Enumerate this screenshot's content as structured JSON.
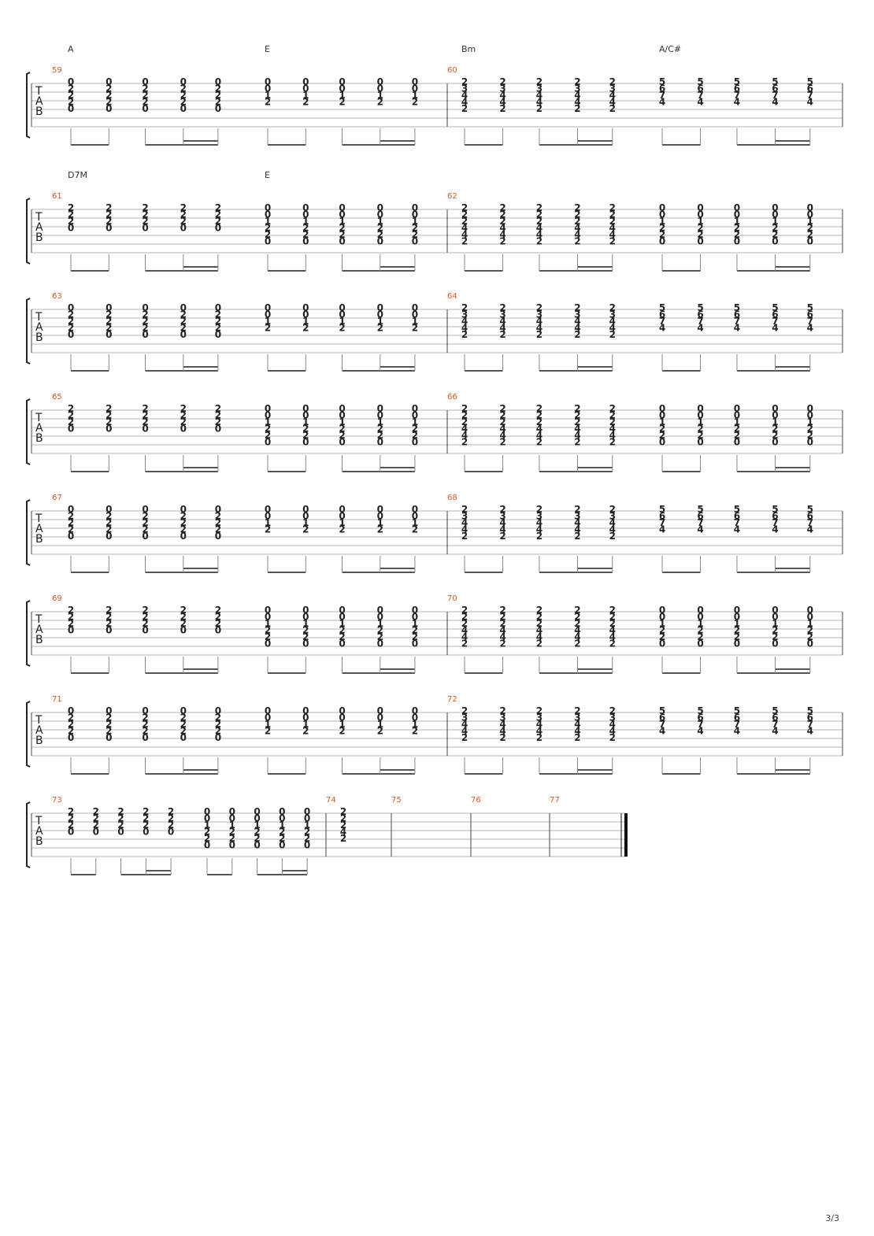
{
  "page_number": "3/3",
  "tab_label": [
    "T",
    "A",
    "B"
  ],
  "systems": [
    {
      "measures": [
        {
          "number": "59",
          "chords": [
            {
              "name": "A",
              "notes": [
                "0",
                "2",
                "2",
                "2",
                "0"
              ],
              "count": 5
            },
            {
              "name": "E",
              "notes": [
                "0",
                "0",
                "1",
                "2"
              ],
              "count": 5
            }
          ]
        },
        {
          "number": "60",
          "chords": [
            {
              "name": "Bm",
              "notes": [
                "2",
                "3",
                "4",
                "4",
                "2"
              ],
              "count": 5
            },
            {
              "name": "A/C#",
              "notes": [
                "5",
                "6",
                "7",
                "4"
              ],
              "count": 5
            }
          ]
        }
      ]
    },
    {
      "measures": [
        {
          "number": "61",
          "chords": [
            {
              "name": "D7M",
              "notes": [
                "2",
                "2",
                "2",
                "0"
              ],
              "count": 5
            },
            {
              "name": "E",
              "notes": [
                "0",
                "0",
                "1",
                "2",
                "2",
                "0"
              ],
              "count": 5
            }
          ]
        },
        {
          "number": "62",
          "chords": [
            {
              "name": "",
              "notes": [
                "2",
                "2",
                "2",
                "4",
                "4",
                "2"
              ],
              "count": 5
            },
            {
              "name": "",
              "notes": [
                "0",
                "0",
                "1",
                "2",
                "2",
                "0"
              ],
              "count": 5
            }
          ]
        }
      ]
    },
    {
      "measures": [
        {
          "number": "63",
          "chords": [
            {
              "name": "",
              "notes": [
                "0",
                "2",
                "2",
                "2",
                "0"
              ],
              "count": 5
            },
            {
              "name": "",
              "notes": [
                "0",
                "0",
                "1",
                "2"
              ],
              "count": 5
            }
          ]
        },
        {
          "number": "64",
          "chords": [
            {
              "name": "",
              "notes": [
                "2",
                "3",
                "4",
                "4",
                "2"
              ],
              "count": 5
            },
            {
              "name": "",
              "notes": [
                "5",
                "6",
                "7",
                "4"
              ],
              "count": 5
            }
          ]
        }
      ]
    },
    {
      "measures": [
        {
          "number": "65",
          "chords": [
            {
              "name": "",
              "notes": [
                "2",
                "2",
                "2",
                "0"
              ],
              "count": 5
            },
            {
              "name": "",
              "notes": [
                "0",
                "0",
                "1",
                "2",
                "2",
                "0"
              ],
              "count": 5
            }
          ]
        },
        {
          "number": "66",
          "chords": [
            {
              "name": "",
              "notes": [
                "2",
                "2",
                "2",
                "4",
                "4",
                "2"
              ],
              "count": 5
            },
            {
              "name": "",
              "notes": [
                "0",
                "0",
                "1",
                "2",
                "2",
                "0"
              ],
              "count": 5
            }
          ]
        }
      ]
    },
    {
      "measures": [
        {
          "number": "67",
          "chords": [
            {
              "name": "",
              "notes": [
                "0",
                "2",
                "2",
                "2",
                "0"
              ],
              "count": 5
            },
            {
              "name": "",
              "notes": [
                "0",
                "0",
                "1",
                "2"
              ],
              "count": 5
            }
          ]
        },
        {
          "number": "68",
          "chords": [
            {
              "name": "",
              "notes": [
                "2",
                "3",
                "4",
                "4",
                "2"
              ],
              "count": 5
            },
            {
              "name": "",
              "notes": [
                "5",
                "6",
                "7",
                "4"
              ],
              "count": 5
            }
          ]
        }
      ]
    },
    {
      "measures": [
        {
          "number": "69",
          "chords": [
            {
              "name": "",
              "notes": [
                "2",
                "2",
                "2",
                "0"
              ],
              "count": 5
            },
            {
              "name": "",
              "notes": [
                "0",
                "0",
                "1",
                "2",
                "2",
                "0"
              ],
              "count": 5
            }
          ]
        },
        {
          "number": "70",
          "chords": [
            {
              "name": "",
              "notes": [
                "2",
                "2",
                "2",
                "4",
                "4",
                "2"
              ],
              "count": 5
            },
            {
              "name": "",
              "notes": [
                "0",
                "0",
                "1",
                "2",
                "2",
                "0"
              ],
              "count": 5
            }
          ]
        }
      ]
    },
    {
      "measures": [
        {
          "number": "71",
          "chords": [
            {
              "name": "",
              "notes": [
                "0",
                "2",
                "2",
                "2",
                "0"
              ],
              "count": 5
            },
            {
              "name": "",
              "notes": [
                "0",
                "0",
                "1",
                "2"
              ],
              "count": 5
            }
          ]
        },
        {
          "number": "72",
          "chords": [
            {
              "name": "",
              "notes": [
                "2",
                "3",
                "4",
                "4",
                "2"
              ],
              "count": 5
            },
            {
              "name": "",
              "notes": [
                "5",
                "6",
                "7",
                "4"
              ],
              "count": 5
            }
          ]
        }
      ]
    },
    {
      "measures": [
        {
          "number": "73",
          "chords": [
            {
              "name": "",
              "notes": [
                "2",
                "2",
                "2",
                "0"
              ],
              "count": 5
            },
            {
              "name": "",
              "notes": [
                "0",
                "0",
                "1",
                "2",
                "2",
                "0"
              ],
              "count": 5
            }
          ]
        },
        {
          "number": "74",
          "chords": [
            {
              "name": "",
              "notes": [
                "2",
                "2",
                "2",
                "4",
                "2"
              ],
              "count": 1
            }
          ]
        },
        {
          "number": "75",
          "chords": []
        },
        {
          "number": "76",
          "chords": []
        },
        {
          "number": "77",
          "chords": []
        }
      ]
    }
  ]
}
